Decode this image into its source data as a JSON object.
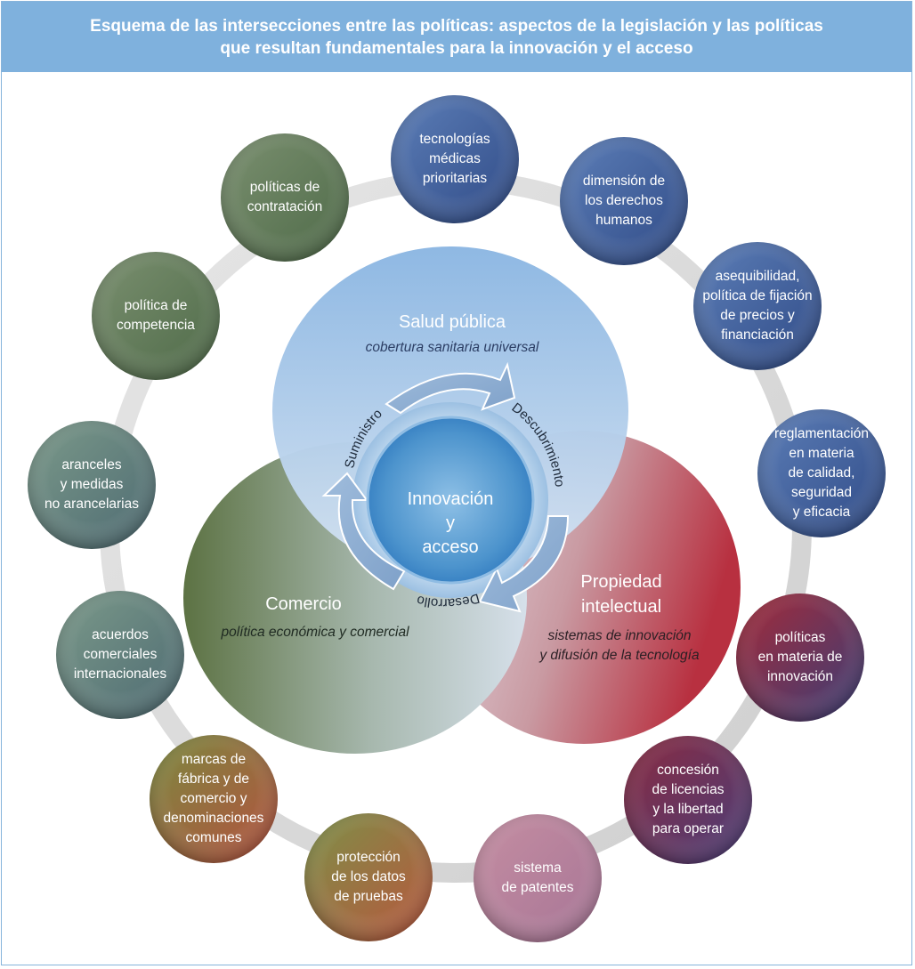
{
  "title": {
    "line1": "Esquema de las intersecciones entre las políticas: aspectos de la legislación y las políticas",
    "line2": "que resultan fundamentales para la innovación y el acceso"
  },
  "center": {
    "lines": [
      "Innovación",
      "y",
      "acceso"
    ]
  },
  "cycle": {
    "suministro": "Suministro",
    "descubrimiento": "Descubrimiento",
    "desarrollo": "Desarrollo"
  },
  "domains": {
    "salud": {
      "title": "Salud pública",
      "subtitle": "cobertura sanitaria universal"
    },
    "comercio": {
      "title": "Comercio",
      "subtitle": "política económica y comercial"
    },
    "pi": {
      "title_lines": [
        "Propiedad",
        "intelectual"
      ],
      "subtitle_lines": [
        "sistemas de innovación",
        "y difusión de la tecnología"
      ]
    }
  },
  "outer_nodes": [
    {
      "id": "tecnologias",
      "lines": [
        "tecnologías",
        "médicas",
        "prioritarias"
      ],
      "color": "#3d5a96"
    },
    {
      "id": "derechos",
      "lines": [
        "dimensión de",
        "los derechos",
        "humanos"
      ],
      "color": "#3d5a96"
    },
    {
      "id": "asequibilidad",
      "lines": [
        "asequibilidad,",
        "política de fijación",
        "de precios y",
        "financiación"
      ],
      "color": "#3d5a96"
    },
    {
      "id": "reglamentacion",
      "lines": [
        "reglamentación",
        "en materia",
        "de calidad,",
        "seguridad",
        "y eficacia"
      ],
      "color": "#3d5a96"
    },
    {
      "id": "innovacion",
      "lines": [
        "políticas",
        "en materia de",
        "innovación"
      ],
      "color": "#8a2e3f"
    },
    {
      "id": "licencias",
      "lines": [
        "concesión",
        "de licencias",
        "y la libertad",
        "para operar"
      ],
      "color": "#8a2e3f"
    },
    {
      "id": "patentes",
      "lines": [
        "sistema",
        "de patentes"
      ],
      "color": "#b0708a"
    },
    {
      "id": "datos",
      "lines": [
        "protección",
        "de los datos",
        "de pruebas"
      ],
      "color": "#9a7a35"
    },
    {
      "id": "marcas",
      "lines": [
        "marcas de",
        "fábrica y de",
        "comercio y",
        "denominaciones",
        "comunes"
      ],
      "color": "#a2733d"
    },
    {
      "id": "acuerdos",
      "lines": [
        "acuerdos",
        "comerciales",
        "internacionales"
      ],
      "color": "#5d7a6e"
    },
    {
      "id": "aranceles",
      "lines": [
        "aranceles",
        "y medidas",
        "no arancelarias"
      ],
      "color": "#5d7a6e"
    },
    {
      "id": "competencia",
      "lines": [
        "política de",
        "competencia"
      ],
      "color": "#5f7552"
    },
    {
      "id": "contratacion",
      "lines": [
        "políticas de",
        "contratación"
      ],
      "color": "#5f7552"
    }
  ]
}
